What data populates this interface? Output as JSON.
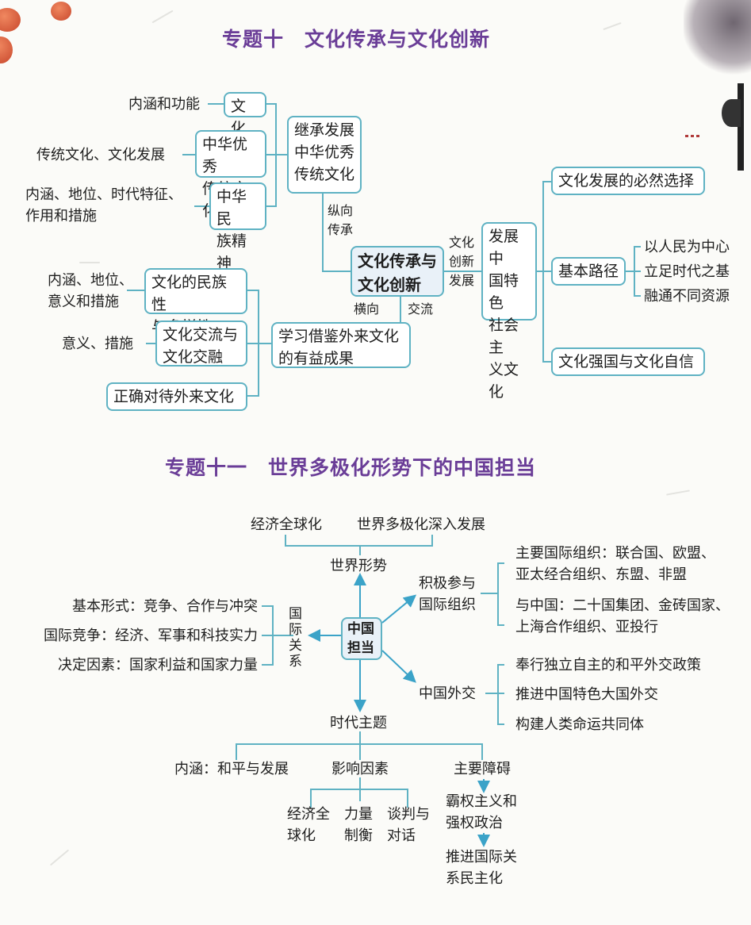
{
  "topic10": {
    "title": "专题十　文化传承与文化创新",
    "center": "文化传承与\n文化创新",
    "inherit": {
      "box": "继承发展\n中华优秀\n传统文化",
      "link_label": "纵向\n传承",
      "children": [
        {
          "box": "文化",
          "note": "内涵和功能"
        },
        {
          "box": "中华优秀\n传统文化",
          "note": "传统文化、文化发展"
        },
        {
          "box": "中华民\n族精神",
          "note": "内涵、地位、时代特征、\n作用和措施"
        }
      ]
    },
    "learn": {
      "box": "学习借鉴外来文化\n的有益成果",
      "link_label_left": "横向",
      "link_label_right": "交流",
      "children": [
        {
          "box": "文化的民族性\n与多样性",
          "note": "内涵、地位、\n意义和措施"
        },
        {
          "box": "文化交流与\n文化交融",
          "note": "意义、措施"
        },
        {
          "box": "正确对待外来文化",
          "note": ""
        }
      ]
    },
    "develop": {
      "link_label": "文化\n创新\n发展",
      "box": "发展中\n国特色\n社会主\n义文化",
      "children": [
        {
          "box": "文化发展的必然选择"
        },
        {
          "box": "基本路径",
          "items": [
            "以人民为中心",
            "立足时代之基",
            "融通不同资源"
          ]
        },
        {
          "box": "文化强国与文化自信"
        }
      ]
    }
  },
  "topic11": {
    "title": "专题十一　世界多极化形势下的中国担当",
    "center": "中国\n担当",
    "world": {
      "label": "世界形势",
      "items": [
        "经济全球化",
        "世界多极化深入发展"
      ]
    },
    "relations": {
      "label": "国\n际\n关\n系",
      "items": [
        "基本形式：竞争、合作与冲突",
        "国际竞争：经济、军事和科技实力",
        "决定因素：国家利益和国家力量"
      ]
    },
    "orgs": {
      "label": "积极参与\n国际组织",
      "items": [
        "主要国际组织：联合国、欧盟、\n亚太经合组织、东盟、非盟",
        "与中国：二十国集团、金砖国家、\n上海合作组织、亚投行"
      ]
    },
    "diplomacy": {
      "label": "中国外交",
      "items": [
        "奉行独立自主的和平外交政策",
        "推进中国特色大国外交",
        "构建人类命运共同体"
      ]
    },
    "theme": {
      "label": "时代主题",
      "meaning": "内涵：和平与发展",
      "factors": {
        "label": "影响因素",
        "items": [
          "经济全\n球化",
          "力量\n制衡",
          "谈判与\n对话"
        ]
      },
      "obstacles": {
        "label": "主要障碍",
        "chain": [
          "霸权主义和\n强权政治",
          "推进国际关\n系民主化"
        ]
      }
    }
  },
  "colors": {
    "title": "#6a3d97",
    "line": "#5fb2c3",
    "arrow": "#3ba3c8"
  }
}
